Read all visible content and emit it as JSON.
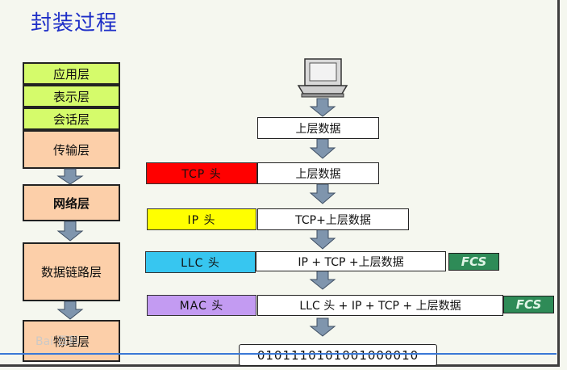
{
  "title": "封装过程",
  "layers": [
    "应用层",
    "表示层",
    "会话层",
    "传输层",
    "网络层",
    "数据链路层",
    "物理层"
  ],
  "steps": {
    "data": "上层数据",
    "tcp_header": "TCP 头",
    "tcp_data": "上层数据",
    "ip_header": "IP 头",
    "ip_data": "TCP+上层数据",
    "llc_header": "LLC 头",
    "llc_data": "IP + TCP +上层数据",
    "fcs1": "FCS",
    "mac_header": "MAC 头",
    "mac_data": "LLC 头 + IP + TCP + 上层数据",
    "fcs2": "FCS",
    "bits": "0101110101001000010"
  },
  "watermark": "Bai 百科",
  "colors": {
    "tcp": "#ff0000",
    "ip": "#ffff00",
    "llc": "#37c6f0",
    "mac": "#c39bf2",
    "fcs": "#2e8b57",
    "arrow": "#7f95ad"
  }
}
